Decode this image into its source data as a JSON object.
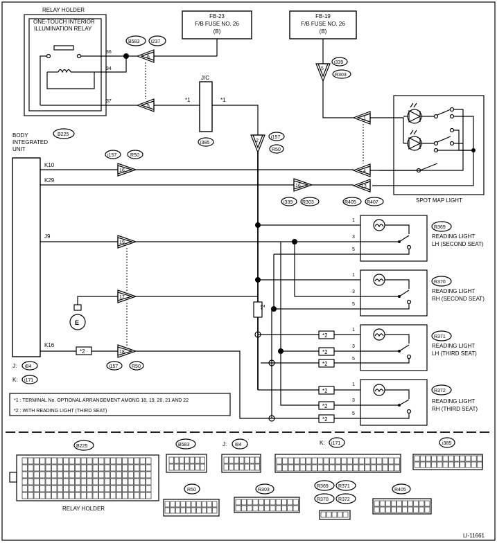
{
  "relay_holder": {
    "title": "RELAY HOLDER",
    "relay_line1": "ONE-TOUCH INTERIOR",
    "relay_line2": "ILLUMINATION RELAY",
    "pin_36": "36",
    "pin_34": "34",
    "pin_37": "37",
    "connector": "B225"
  },
  "fuses": {
    "fb23": [
      "FB-23",
      "F/B FUSE NO. 26",
      "(B)"
    ],
    "fb19": [
      "FB-19",
      "F/B FUSE NO. 26",
      "(B)"
    ]
  },
  "body_unit": {
    "line1": "BODY",
    "line2": "INTEGRATED",
    "line3": "UNIT",
    "k10": "K10",
    "k29": "K29",
    "j9": "J9",
    "k16": "K16",
    "j_label": "J:",
    "j_conn": "i84",
    "k_label": "K:",
    "k_conn": "i171"
  },
  "junction": {
    "label": "J/C",
    "conn": "i385",
    "star_left": "*1",
    "star_right": "*1"
  },
  "connector_tags": {
    "b583": "B583",
    "i237": "i237",
    "i339a": "i339",
    "r303a": "R303",
    "i157a": "i157",
    "r50a": "R50",
    "i157b": "i157",
    "r50b": "R50",
    "i339b": "i339",
    "r303b": "R303",
    "r405": "R405",
    "r407": "R407",
    "i157c": "i157",
    "r50c": "R50"
  },
  "pins": {
    "p6": "6",
    "p5": "5",
    "p2": "2",
    "p5b": "5",
    "p1": "1",
    "p16": "16",
    "p4": "4",
    "p16b": "16",
    "p13": "13",
    "p19": "19",
    "p17": "17",
    "p18": "18"
  },
  "spot_map_light": "SPOT MAP LIGHT",
  "reading_lights": [
    {
      "conn": "R369",
      "name1": "READING LIGHT",
      "name2": "LH (SECOND SEAT)",
      "t1": "1",
      "t3": "3",
      "t5": "5"
    },
    {
      "conn": "R370",
      "name1": "READING LIGHT",
      "name2": "RH (SECOND SEAT)",
      "t1": "1",
      "t3": "3",
      "t5": "5"
    },
    {
      "conn": "R371",
      "name1": "READING LIGHT",
      "name2": "LH (THIRD SEAT)",
      "t1": "1",
      "t3": "3",
      "t5": "5"
    },
    {
      "conn": "R372",
      "name1": "READING LIGHT",
      "name2": "RH (THIRD SEAT)",
      "t1": "1",
      "t3": "3",
      "t5": "5"
    }
  ],
  "star2": "*2",
  "notes": [
    "*1 : TERMINAL No. OPTIONAL ARRANGEMENT AMONG 18, 19, 20, 21 AND 22",
    "*2 : WITH READING LIGHT (THIRD SEAT)"
  ],
  "connectors_section": {
    "b225": "B225",
    "b225_caption": "RELAY HOLDER",
    "b583": "B583",
    "j_prefix": "J:",
    "i84": "i84",
    "k_prefix": "K:",
    "i171": "i171",
    "i385": "i385",
    "r50": "R50",
    "r303": "R303",
    "r369": "R369",
    "r371": "R371",
    "r370": "R370",
    "r372": "R372",
    "r405": "R405"
  },
  "figure_id": "LI-11661"
}
